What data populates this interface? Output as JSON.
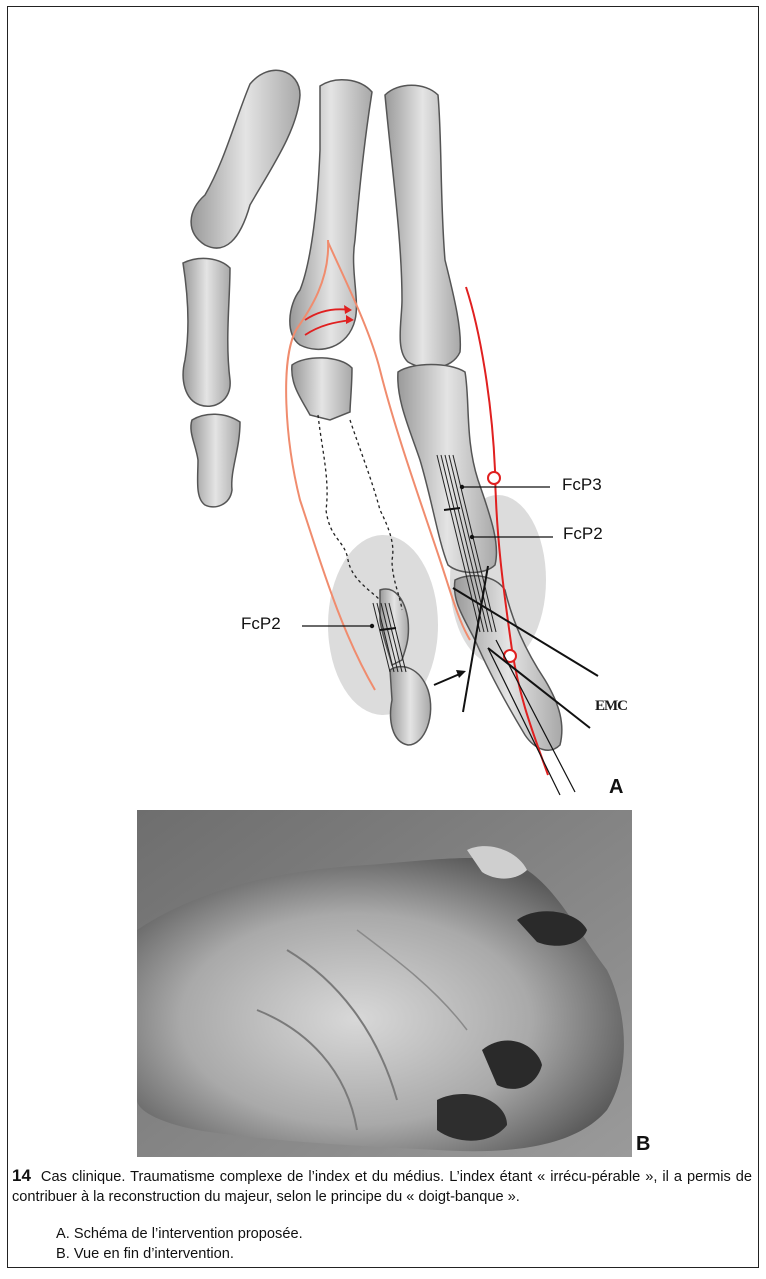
{
  "figure": {
    "panel_a_letter": "A",
    "panel_b_letter": "B",
    "labels": {
      "fcp3": "FcP3",
      "fcp2_right": "FcP2",
      "fcp2_left": "FcP2",
      "emc": "EMC"
    }
  },
  "caption": {
    "number": "14",
    "text": "Cas clinique. Traumatisme complexe de l’index et du médius. L’index étant « irrécu-pérable », il a permis de contribuer à la reconstruction du majeur, selon le principe du « doigt-banque ».",
    "legend_a": "A. Schéma de l’intervention proposée.",
    "legend_b": "B. Vue en fin d’intervention."
  }
}
